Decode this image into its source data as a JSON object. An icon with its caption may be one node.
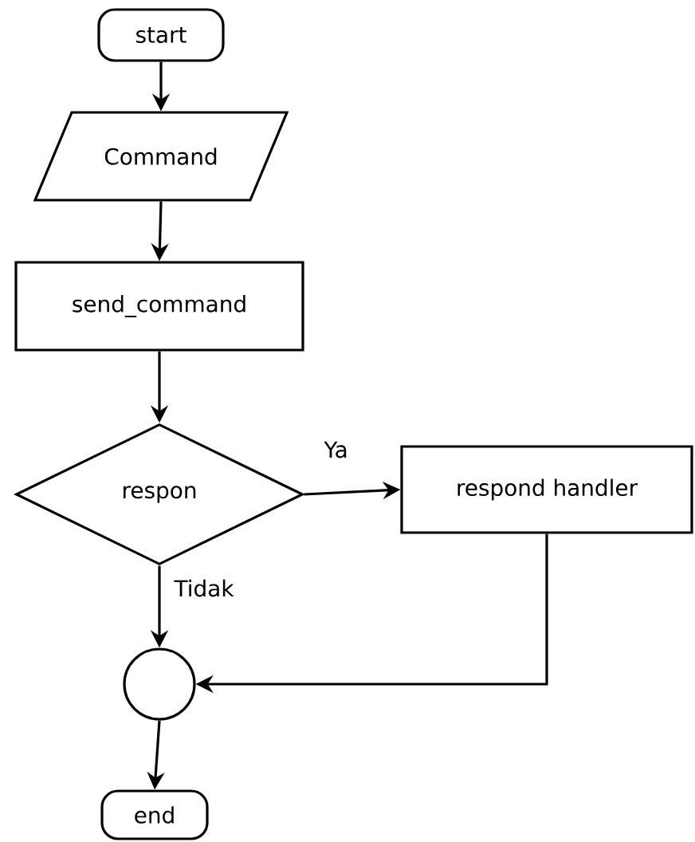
{
  "diagram": {
    "nodes": [
      {
        "text": [
          "start"
        ]
      },
      {
        "text": [
          "Command"
        ]
      },
      {
        "text": [
          "send_command"
        ]
      },
      {
        "text": [
          "respon"
        ]
      },
      {
        "text": [
          "respond handler"
        ]
      },
      {
        "text": [],
        "shape": "circle"
      },
      {
        "text": [
          "end"
        ]
      }
    ],
    "edges": [
      {
        "from": 0,
        "to": 1,
        "arrow": "to"
      },
      {
        "from": 1,
        "to": 2,
        "arrow": "to"
      },
      {
        "from": 2,
        "to": 3,
        "arrow": "to"
      },
      {
        "from": 3,
        "to": 4,
        "arrow": "to",
        "label": "Ya"
      },
      {
        "from": 3,
        "to": 5,
        "arrow": "to",
        "label": "Tidak"
      },
      {
        "from": 4,
        "to": 5,
        "arrow": "to"
      },
      {
        "from": 5,
        "to": 6,
        "arrow": "to"
      }
    ]
  }
}
